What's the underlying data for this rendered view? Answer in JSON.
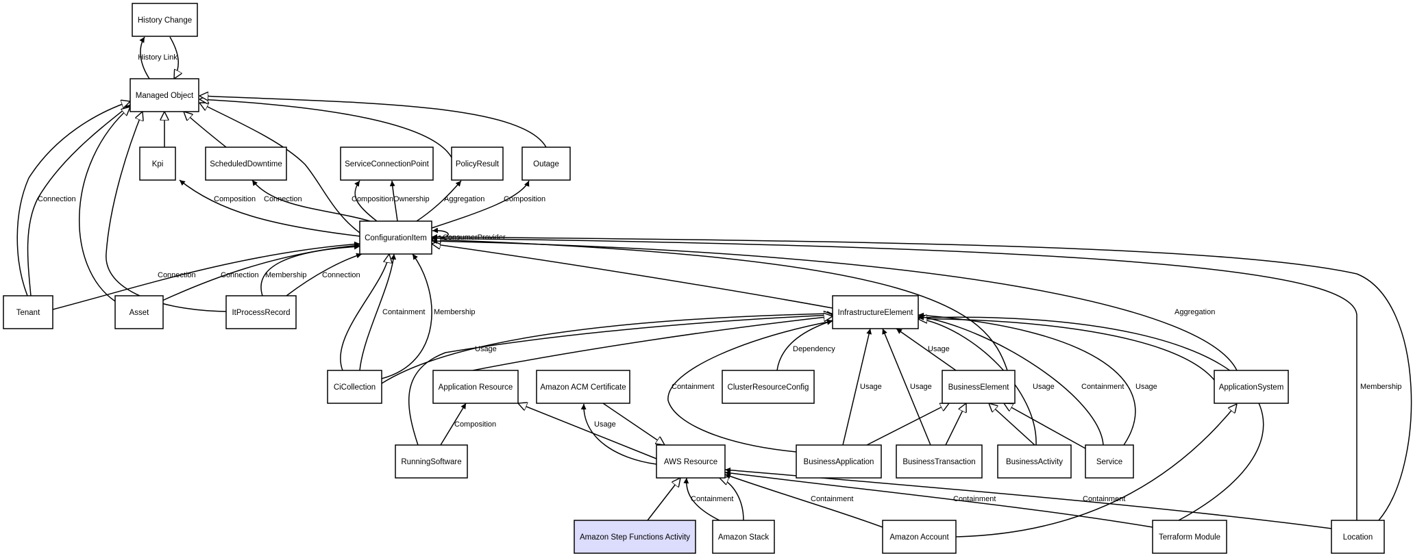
{
  "diagram": {
    "nodes": [
      {
        "id": "history_change",
        "label": "History Change",
        "highlight": false
      },
      {
        "id": "managed_object",
        "label": "Managed Object",
        "highlight": false
      },
      {
        "id": "kpi",
        "label": "Kpi",
        "highlight": false
      },
      {
        "id": "scheduled_downtime",
        "label": "ScheduledDowntime",
        "highlight": false
      },
      {
        "id": "service_connection_point",
        "label": "ServiceConnectionPoint",
        "highlight": false
      },
      {
        "id": "policy_result",
        "label": "PolicyResult",
        "highlight": false
      },
      {
        "id": "outage",
        "label": "Outage",
        "highlight": false
      },
      {
        "id": "configuration_item",
        "label": "ConfigurationItem",
        "highlight": false
      },
      {
        "id": "tenant",
        "label": "Tenant",
        "highlight": false
      },
      {
        "id": "asset",
        "label": "Asset",
        "highlight": false
      },
      {
        "id": "it_process_record",
        "label": "ItProcessRecord",
        "highlight": false
      },
      {
        "id": "infrastructure_element",
        "label": "InfrastructureElement",
        "highlight": false
      },
      {
        "id": "ci_collection",
        "label": "CiCollection",
        "highlight": false
      },
      {
        "id": "application_resource",
        "label": "Application Resource",
        "highlight": false
      },
      {
        "id": "amazon_acm_certificate",
        "label": "Amazon ACM Certificate",
        "highlight": false
      },
      {
        "id": "cluster_resource_config",
        "label": "ClusterResourceConfig",
        "highlight": false
      },
      {
        "id": "business_element",
        "label": "BusinessElement",
        "highlight": false
      },
      {
        "id": "application_system",
        "label": "ApplicationSystem",
        "highlight": false
      },
      {
        "id": "running_software",
        "label": "RunningSoftware",
        "highlight": false
      },
      {
        "id": "aws_resource",
        "label": "AWS Resource",
        "highlight": false
      },
      {
        "id": "business_application",
        "label": "BusinessApplication",
        "highlight": false
      },
      {
        "id": "business_transaction",
        "label": "BusinessTransaction",
        "highlight": false
      },
      {
        "id": "business_activity",
        "label": "BusinessActivity",
        "highlight": false
      },
      {
        "id": "service",
        "label": "Service",
        "highlight": false
      },
      {
        "id": "amazon_step_functions_activity",
        "label": "Amazon Step Functions Activity",
        "highlight": true
      },
      {
        "id": "amazon_stack",
        "label": "Amazon Stack",
        "highlight": false
      },
      {
        "id": "amazon_account",
        "label": "Amazon Account",
        "highlight": false
      },
      {
        "id": "terraform_module",
        "label": "Terraform Module",
        "highlight": false
      },
      {
        "id": "location",
        "label": "Location",
        "highlight": false
      }
    ],
    "edges": [
      {
        "id": "history_link",
        "from": "managed_object",
        "to": "history_change",
        "type": "association",
        "label": "History Link"
      },
      {
        "id": "history_change_inherits",
        "from": "history_change",
        "to": "managed_object",
        "type": "generalization",
        "label": ""
      },
      {
        "id": "kpi_inherits",
        "from": "kpi",
        "to": "managed_object",
        "type": "generalization",
        "label": ""
      },
      {
        "id": "scheduled_downtime_inherits",
        "from": "scheduled_downtime",
        "to": "managed_object",
        "type": "generalization",
        "label": ""
      },
      {
        "id": "ci_inherits",
        "from": "configuration_item",
        "to": "managed_object",
        "type": "generalization",
        "label": ""
      },
      {
        "id": "policy_result_inherits",
        "from": "policy_result",
        "to": "managed_object",
        "type": "generalization",
        "label": ""
      },
      {
        "id": "outage_inherits",
        "from": "outage",
        "to": "managed_object",
        "type": "generalization",
        "label": ""
      },
      {
        "id": "tenant_inherits",
        "from": "tenant",
        "to": "managed_object",
        "type": "generalization",
        "label": ""
      },
      {
        "id": "tenant_connection_mo",
        "from": "tenant",
        "to": "managed_object",
        "type": "association",
        "label": "Connection"
      },
      {
        "id": "asset_inherits",
        "from": "asset",
        "to": "managed_object",
        "type": "generalization",
        "label": ""
      },
      {
        "id": "itpr_inherits",
        "from": "it_process_record",
        "to": "managed_object",
        "type": "generalization",
        "label": ""
      },
      {
        "id": "ci_composition_kpi",
        "from": "configuration_item",
        "to": "kpi",
        "type": "association",
        "label": "Composition"
      },
      {
        "id": "ci_connection_sd",
        "from": "configuration_item",
        "to": "scheduled_downtime",
        "type": "association",
        "label": "Connection"
      },
      {
        "id": "ci_composition_scp",
        "from": "configuration_item",
        "to": "service_connection_point",
        "type": "association",
        "label": "Composition"
      },
      {
        "id": "ci_ownership_scp",
        "from": "configuration_item",
        "to": "service_connection_point",
        "type": "association",
        "label": "Ownership"
      },
      {
        "id": "ci_aggregation_pr",
        "from": "configuration_item",
        "to": "policy_result",
        "type": "association",
        "label": "Aggregation"
      },
      {
        "id": "ci_composition_outage",
        "from": "configuration_item",
        "to": "outage",
        "type": "association",
        "label": "Composition"
      },
      {
        "id": "ci_consumer_provider",
        "from": "configuration_item",
        "to": "configuration_item",
        "type": "association",
        "label": "ConsumerProvider"
      },
      {
        "id": "tenant_connection_ci",
        "from": "tenant",
        "to": "configuration_item",
        "type": "association",
        "label": "Connection"
      },
      {
        "id": "asset_connection_ci",
        "from": "asset",
        "to": "configuration_item",
        "type": "association",
        "label": "Connection"
      },
      {
        "id": "itpr_membership_ci",
        "from": "it_process_record",
        "to": "configuration_item",
        "type": "association",
        "label": "Membership"
      },
      {
        "id": "itpr_connection_ci",
        "from": "it_process_record",
        "to": "configuration_item",
        "type": "association",
        "label": "Connection"
      },
      {
        "id": "cic_inherits",
        "from": "ci_collection",
        "to": "configuration_item",
        "type": "generalization",
        "label": ""
      },
      {
        "id": "cic_containment_ci",
        "from": "ci_collection",
        "to": "configuration_item",
        "type": "association",
        "label": "Containment"
      },
      {
        "id": "cic_membership_ci",
        "from": "ci_collection",
        "to": "configuration_item",
        "type": "association",
        "label": "Membership"
      },
      {
        "id": "ie_inherits",
        "from": "infrastructure_element",
        "to": "configuration_item",
        "type": "generalization",
        "label": ""
      },
      {
        "id": "be_inherits_ci",
        "from": "business_element",
        "to": "configuration_item",
        "type": "generalization",
        "label": ""
      },
      {
        "id": "as_aggregation_ci",
        "from": "application_system",
        "to": "configuration_item",
        "type": "association",
        "label": "Aggregation"
      },
      {
        "id": "location_membership_ci",
        "from": "location",
        "to": "configuration_item",
        "type": "association",
        "label": "Membership"
      },
      {
        "id": "location_to_ci",
        "from": "location",
        "to": "configuration_item",
        "type": "association",
        "label": ""
      },
      {
        "id": "cic_usage_ie",
        "from": "ci_collection",
        "to": "infrastructure_element",
        "type": "association",
        "label": "Usage"
      },
      {
        "id": "rs_inherits_ie",
        "from": "running_software",
        "to": "infrastructure_element",
        "type": "generalization",
        "label": ""
      },
      {
        "id": "ar_inherits_ie",
        "from": "application_resource",
        "to": "infrastructure_element",
        "type": "generalization",
        "label": ""
      },
      {
        "id": "crc_dependency_ie",
        "from": "cluster_resource_config",
        "to": "infrastructure_element",
        "type": "association",
        "label": "Dependency"
      },
      {
        "id": "ba_containment_ie",
        "from": "business_application",
        "to": "infrastructure_element",
        "type": "association",
        "label": "Containment"
      },
      {
        "id": "ba_usage_ie",
        "from": "business_application",
        "to": "infrastructure_element",
        "type": "association",
        "label": "Usage"
      },
      {
        "id": "bt_usage_ie",
        "from": "business_transaction",
        "to": "infrastructure_element",
        "type": "association",
        "label": "Usage"
      },
      {
        "id": "be_usage_ie",
        "from": "business_element",
        "to": "infrastructure_element",
        "type": "association",
        "label": "Usage"
      },
      {
        "id": "bact_usage_ie",
        "from": "business_activity",
        "to": "infrastructure_element",
        "type": "association",
        "label": "Usage"
      },
      {
        "id": "service_containment_ie",
        "from": "service",
        "to": "infrastructure_element",
        "type": "association",
        "label": "Containment"
      },
      {
        "id": "service_usage_ie",
        "from": "service",
        "to": "infrastructure_element",
        "type": "association",
        "label": "Usage"
      },
      {
        "id": "as_inherits_ie",
        "from": "application_system",
        "to": "infrastructure_element",
        "type": "generalization",
        "label": ""
      },
      {
        "id": "tm_to_ie",
        "from": "terraform_module",
        "to": "infrastructure_element",
        "type": "association",
        "label": ""
      },
      {
        "id": "rs_composition_ar",
        "from": "running_software",
        "to": "application_resource",
        "type": "association",
        "label": "Composition"
      },
      {
        "id": "aws_inherits_ar",
        "from": "aws_resource",
        "to": "application_resource",
        "type": "generalization",
        "label": ""
      },
      {
        "id": "aws_usage_acm",
        "from": "aws_resource",
        "to": "amazon_acm_certificate",
        "type": "association",
        "label": "Usage"
      },
      {
        "id": "acm_inherits_aws",
        "from": "amazon_acm_certificate",
        "to": "aws_resource",
        "type": "generalization",
        "label": ""
      },
      {
        "id": "ba_inherits_be",
        "from": "business_application",
        "to": "business_element",
        "type": "generalization",
        "label": ""
      },
      {
        "id": "bt_inherits_be",
        "from": "business_transaction",
        "to": "business_element",
        "type": "generalization",
        "label": ""
      },
      {
        "id": "bact_inherits_be",
        "from": "business_activity",
        "to": "business_element",
        "type": "generalization",
        "label": ""
      },
      {
        "id": "service_inherits_be",
        "from": "service",
        "to": "business_element",
        "type": "generalization",
        "label": ""
      },
      {
        "id": "amacc_inherits_as",
        "from": "amazon_account",
        "to": "application_system",
        "type": "generalization",
        "label": ""
      },
      {
        "id": "asfa_inherits_aws",
        "from": "amazon_step_functions_activity",
        "to": "aws_resource",
        "type": "generalization",
        "label": ""
      },
      {
        "id": "stack_containment_aws",
        "from": "amazon_stack",
        "to": "aws_resource",
        "type": "association",
        "label": "Containment"
      },
      {
        "id": "stack_inherits_aws",
        "from": "amazon_stack",
        "to": "aws_resource",
        "type": "generalization",
        "label": ""
      },
      {
        "id": "amacc_containment_aws",
        "from": "amazon_account",
        "to": "aws_resource",
        "type": "association",
        "label": "Containment"
      },
      {
        "id": "tm_containment_aws",
        "from": "terraform_module",
        "to": "aws_resource",
        "type": "association",
        "label": "Containment"
      },
      {
        "id": "location_containment_aws",
        "from": "location",
        "to": "aws_resource",
        "type": "association",
        "label": "Containment"
      }
    ]
  }
}
